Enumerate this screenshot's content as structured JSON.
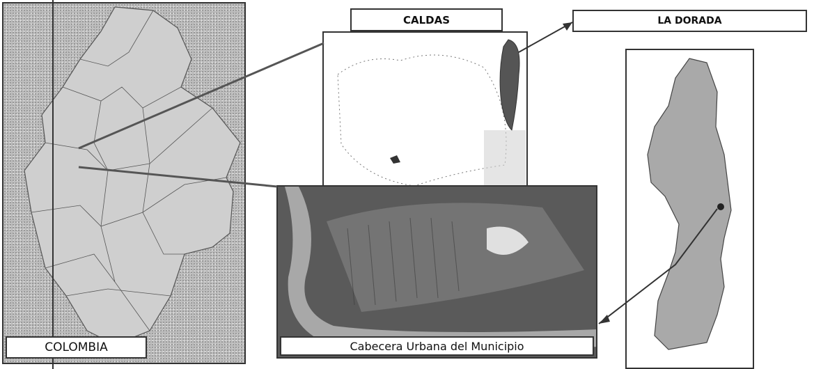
{
  "labels": {
    "colombia": "COLOMBIA",
    "caldas": "CALDAS",
    "la_dorada": "LA DORADA",
    "urban": "Cabecera Urbana del Municipio"
  },
  "colors": {
    "map_fill": "#bdbdbd",
    "border": "#333333",
    "caldas_highlight": "#555555",
    "satellite": "#4a4a4a",
    "river": "#a8a8a8"
  }
}
